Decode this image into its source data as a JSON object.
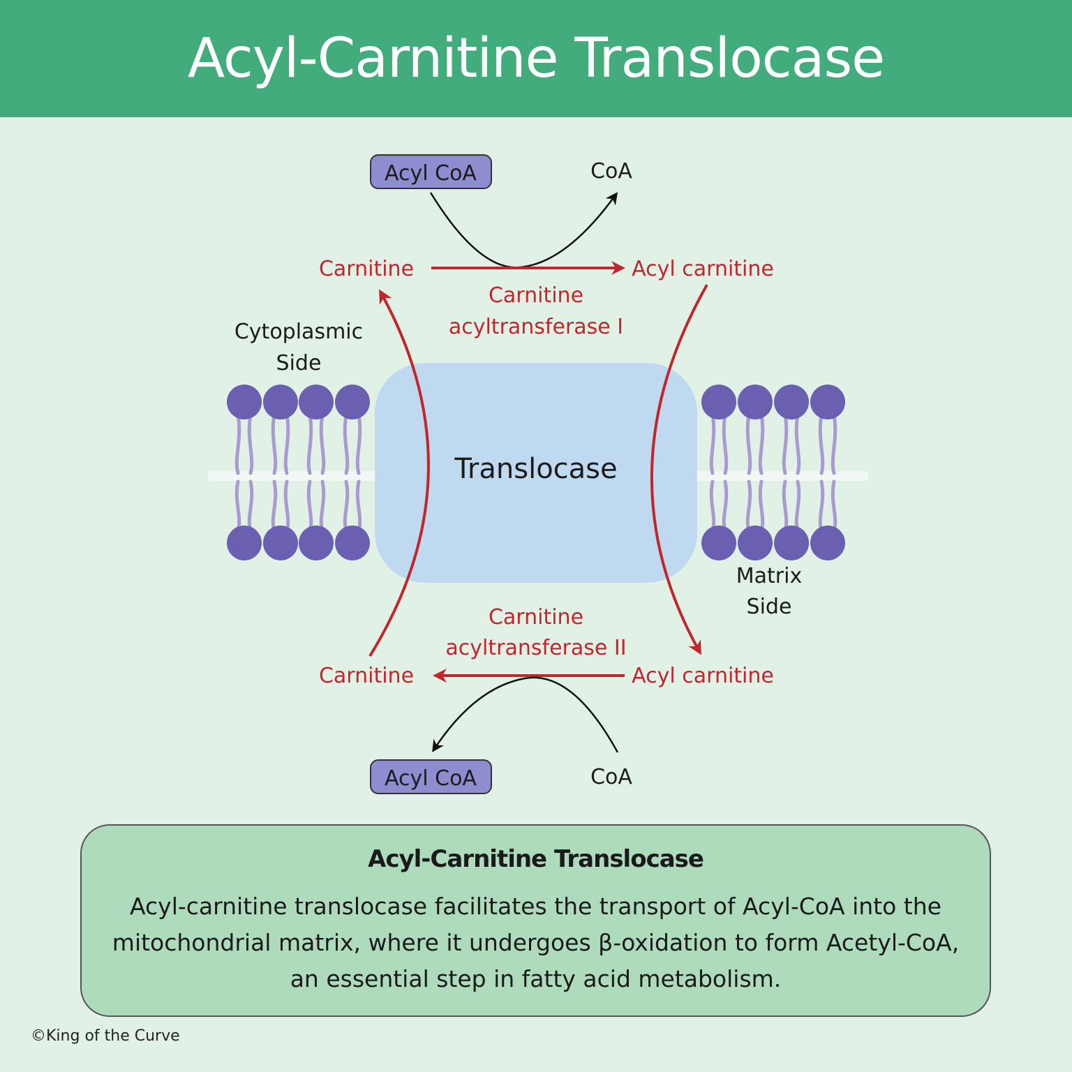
{
  "title": "Acyl-Carnitine Translocase",
  "diagram": {
    "acyl_coa_top": "Acyl CoA",
    "coa_top": "CoA",
    "carnitine_top": "Carnitine",
    "acyl_carnitine_top": "Acyl carnitine",
    "enzyme_1_line1": "Carnitine",
    "enzyme_1_line2": "acyltransferase I",
    "cytoplasmic_line1": "Cytoplasmic",
    "cytoplasmic_line2": "Side",
    "translocase": "Translocase",
    "matrix_line1": "Matrix",
    "matrix_line2": "Side",
    "enzyme_2_line1": "Carnitine",
    "enzyme_2_line2": "acyltransferase II",
    "carnitine_bottom": "Carnitine",
    "acyl_carnitine_bottom": "Acyl carnitine",
    "acyl_coa_bottom": "Acyl CoA",
    "coa_bottom": "CoA",
    "colors": {
      "reaction_red": "#c0272d",
      "acyl_coa_fill": "#8e8dd0",
      "translocase_fill": "#bfd9f1",
      "lipid_head": "#6a5fb0",
      "lipid_tail": "#a99ad0"
    }
  },
  "info_box": {
    "heading": "Acyl-Carnitine Translocase",
    "body": "Acyl-carnitine translocase facilitates the transport of Acyl-CoA into the mitochondrial matrix, where it undergoes β-oxidation to form Acetyl-CoA, an essential step in fatty acid metabolism."
  },
  "credit": "©King of the Curve"
}
